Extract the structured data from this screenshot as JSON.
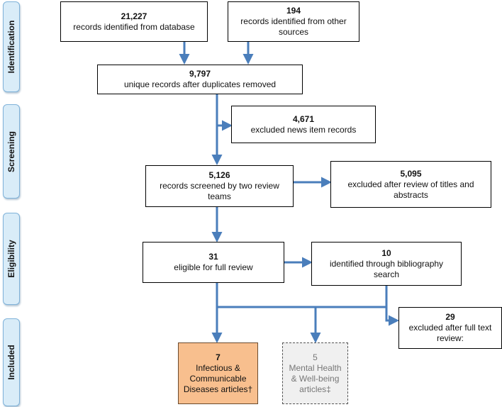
{
  "stages": [
    "Identification",
    "Screening",
    "Eligibility",
    "Included"
  ],
  "boxes": {
    "database": {
      "count": "21,227",
      "text": "records identified from database"
    },
    "other": {
      "count": "194",
      "text": "records identified from other sources"
    },
    "unique": {
      "count": "9,797",
      "text": "unique records after duplicates removed"
    },
    "news": {
      "count": "4,671",
      "text": "excluded news item records"
    },
    "screened": {
      "count": "5,126",
      "text": "records screened by two review teams"
    },
    "titles": {
      "count": "5,095",
      "text": "excluded after review of titles and abstracts"
    },
    "eligible": {
      "count": "31",
      "text": "eligible for full review"
    },
    "biblio": {
      "count": "10",
      "text": "identified through bibliography search"
    },
    "fulltext": {
      "count": "29",
      "text": "excluded after full text review:"
    },
    "infectious": {
      "count": "7",
      "text": "Infectious & Communicable Diseases articles†"
    },
    "mental": {
      "count": "5",
      "text": "Mental Health & Well-being articles‡"
    }
  },
  "colors": {
    "arrow": "#4a7ebb",
    "stage_fill": "#d9ecf8",
    "included_fill": "#f8bf8e"
  }
}
